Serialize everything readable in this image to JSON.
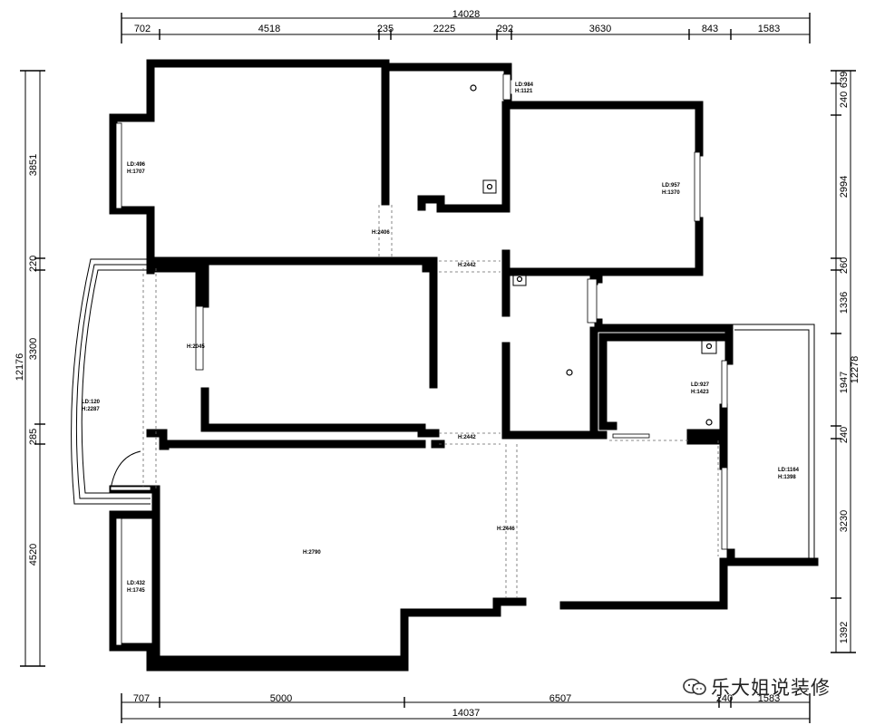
{
  "top_dims": {
    "total": "14028",
    "segments": [
      "702",
      "4518",
      "235",
      "2225",
      "292",
      "3630",
      "843",
      "1583"
    ]
  },
  "bottom_dims": {
    "total": "14037",
    "segments": [
      "707",
      "5000",
      "6507",
      "240",
      "1583"
    ]
  },
  "left_dims": {
    "total": "12176",
    "segments": [
      "3851",
      "220",
      "3300",
      "285",
      "4520"
    ]
  },
  "right_dims": {
    "total": "12278",
    "segments": [
      "240",
      "639",
      "2994",
      "260",
      "1336",
      "1947",
      "240",
      "3230",
      "1392"
    ]
  },
  "openings": {
    "win_top_mid": [
      "LD:984",
      "H:1121"
    ],
    "win_left_upper": [
      "LD:496",
      "H:1707"
    ],
    "win_right_upper": [
      "LD:957",
      "H:1370"
    ],
    "door_h1": "H:2406",
    "door_h2": "H:2442",
    "door_h3": "H:2045",
    "win_balcony_left": [
      "LD:120",
      "H:2287"
    ],
    "win_small_room": [
      "LD:927",
      "H:1423"
    ],
    "door_h4": "H:2442",
    "win_balcony_right": [
      "LD:1164",
      "H:1398"
    ],
    "door_h5": "H:2446",
    "main_hall": "H:2790",
    "win_left_lower": [
      "LD:432",
      "H:1745"
    ]
  },
  "watermark": {
    "text": "乐大姐说装修",
    "icon": "chat-bubble-icon"
  }
}
